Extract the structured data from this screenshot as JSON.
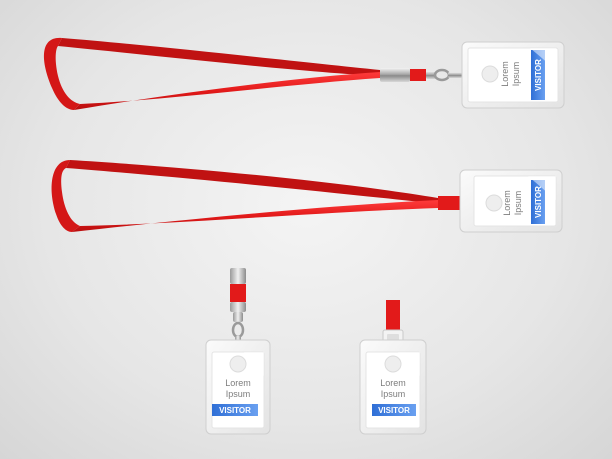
{
  "badges": [
    {
      "name_line1": "Lorem",
      "name_line2": "Ipsum",
      "label": "VISITOR"
    },
    {
      "name_line1": "Lorem",
      "name_line2": "Ipsum",
      "label": "VISITOR"
    },
    {
      "name_line1": "Lorem",
      "name_line2": "Ipsum",
      "label": "VISITOR"
    },
    {
      "name_line1": "Lorem",
      "name_line2": "Ipsum",
      "label": "VISITOR"
    }
  ],
  "colors": {
    "strap": "#e21a1a",
    "strap_dark": "#b30d0d",
    "label_band": "#3f7fe0",
    "background": "#e6e6e6"
  }
}
